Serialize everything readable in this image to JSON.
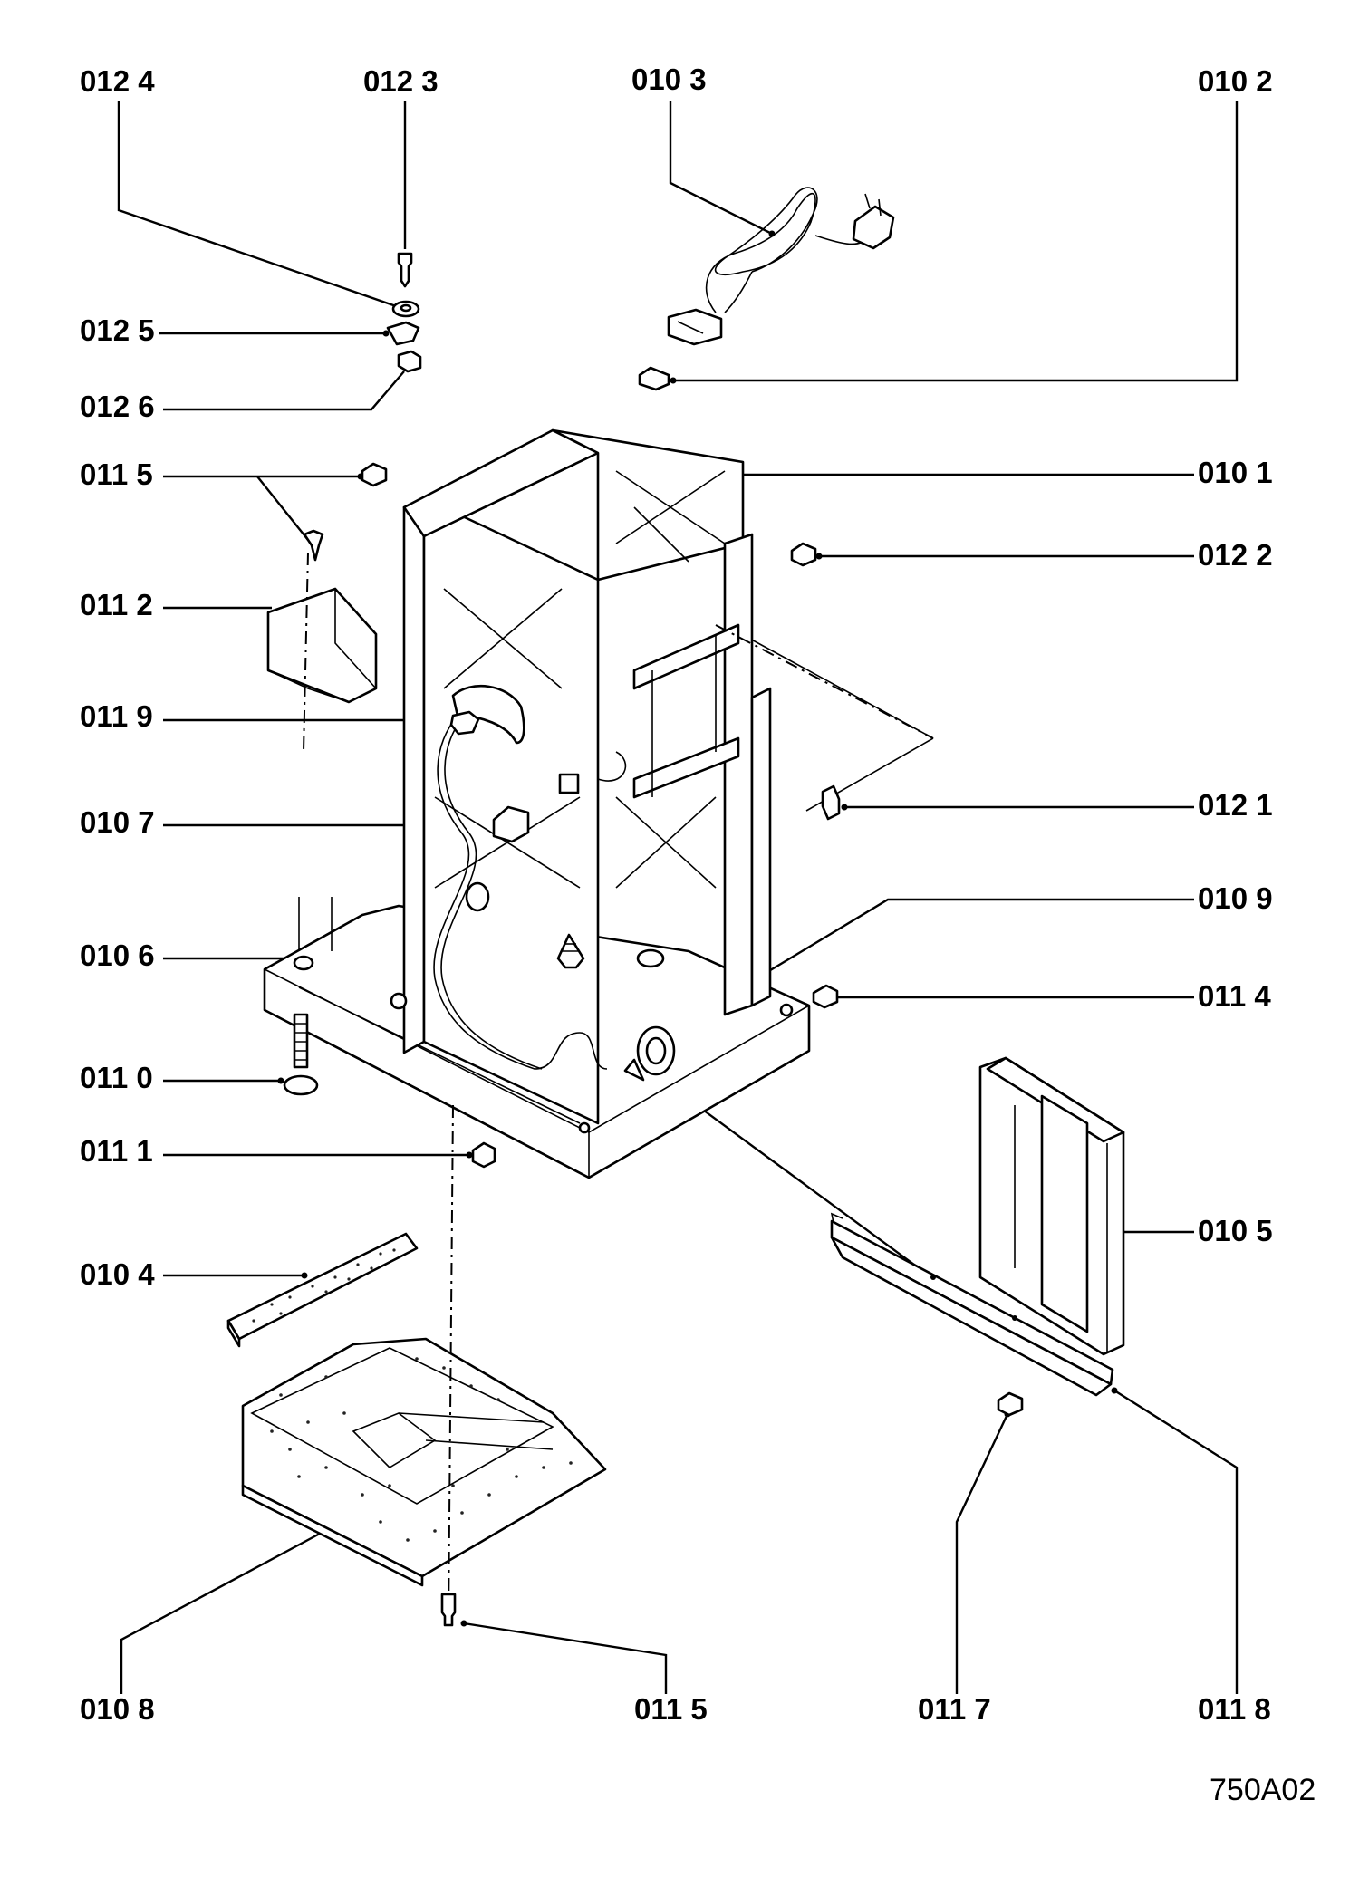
{
  "drawing_code": "750A02",
  "callouts": [
    {
      "id": "c0124",
      "label": "012 4"
    },
    {
      "id": "c0123",
      "label": "012 3"
    },
    {
      "id": "c0103",
      "label": "010 3"
    },
    {
      "id": "c0102",
      "label": "010 2"
    },
    {
      "id": "c0125",
      "label": "012 5"
    },
    {
      "id": "c0126",
      "label": "012 6"
    },
    {
      "id": "c0115a",
      "label": "011 5"
    },
    {
      "id": "c0101",
      "label": "010 1"
    },
    {
      "id": "c0122",
      "label": "012 2"
    },
    {
      "id": "c0112",
      "label": "011 2"
    },
    {
      "id": "c0119",
      "label": "011 9"
    },
    {
      "id": "c0121",
      "label": "012 1"
    },
    {
      "id": "c0107",
      "label": "010 7"
    },
    {
      "id": "c0109",
      "label": "010 9"
    },
    {
      "id": "c0106",
      "label": "010 6"
    },
    {
      "id": "c0114",
      "label": "011 4"
    },
    {
      "id": "c0110",
      "label": "011 0"
    },
    {
      "id": "c0111",
      "label": "011 1"
    },
    {
      "id": "c0105",
      "label": "010 5"
    },
    {
      "id": "c0104",
      "label": "010 4"
    },
    {
      "id": "c0108",
      "label": "010 8"
    },
    {
      "id": "c0115b",
      "label": "011 5"
    },
    {
      "id": "c0117",
      "label": "011 7"
    },
    {
      "id": "c0118",
      "label": "011 8"
    }
  ]
}
